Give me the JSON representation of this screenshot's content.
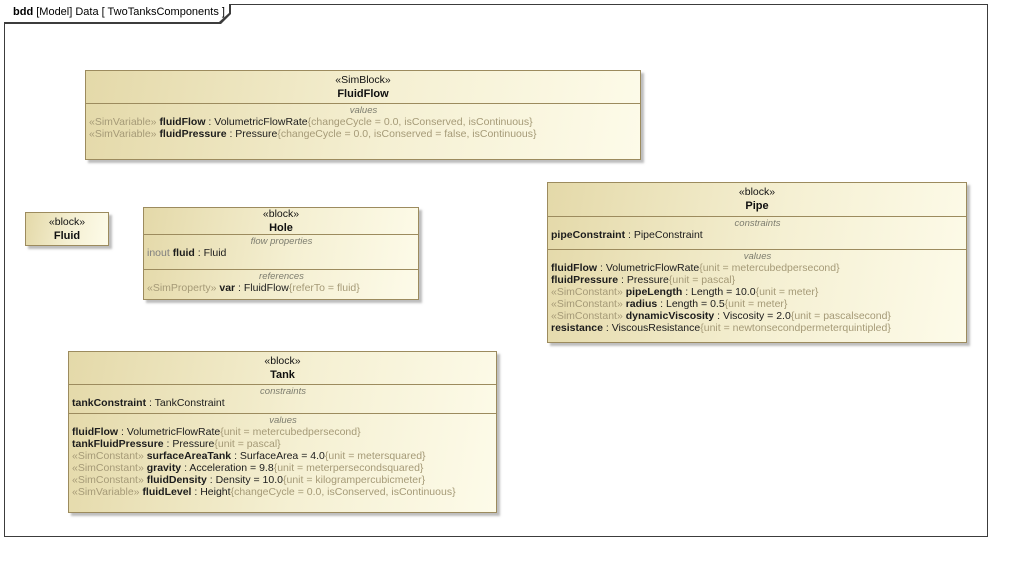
{
  "frame": {
    "tab": {
      "kind": "bdd",
      "rest": " [Model] Data [ TwoTanksComponents ]"
    }
  },
  "colors": {
    "block_fill_left": "#e4d9a9",
    "block_fill_right": "#fdfbe9",
    "block_border": "#9c8b5e",
    "stereotype_text": "#a59a77",
    "compartment_label": "#7d7d6f",
    "frame_border": "#3c3c3c"
  },
  "blocks": {
    "fluidflow": {
      "stereotype": "«SimBlock»",
      "name": "FluidFlow",
      "values_label": "values",
      "values_rows": [
        {
          "stereo": "«SimVariable» ",
          "name": "fluidFlow",
          "type": " : VolumetricFlowRate",
          "constraint": "{changeCycle = 0.0, isConserved, isContinuous}"
        },
        {
          "stereo": "«SimVariable» ",
          "name": "fluidPressure",
          "type": " : Pressure",
          "constraint": "{changeCycle = 0.0, isConserved = false, isContinuous}"
        }
      ]
    },
    "fluid": {
      "stereotype": "«block»",
      "name": "Fluid"
    },
    "hole": {
      "stereotype": "«block»",
      "name": "Hole",
      "flow_label": "flow properties",
      "flow_rows": [
        {
          "keyword": "inout ",
          "name": "fluid",
          "type": " : Fluid"
        }
      ],
      "refs_label": "references",
      "refs_rows": [
        {
          "stereo": "«SimProperty» ",
          "name": "var",
          "type": " : FluidFlow",
          "constraint": "{referTo = fluid}"
        }
      ]
    },
    "pipe": {
      "stereotype": "«block»",
      "name": "Pipe",
      "constraints_label": "constraints",
      "constraints_rows": [
        {
          "name": "pipeConstraint",
          "type": " : PipeConstraint"
        }
      ],
      "values_label": "values",
      "values_rows": [
        {
          "name": "fluidFlow",
          "type": " : VolumetricFlowRate",
          "constraint": "{unit = metercubedpersecond}"
        },
        {
          "name": "fluidPressure",
          "type": " : Pressure",
          "constraint": "{unit = pascal}"
        },
        {
          "stereo": "«SimConstant» ",
          "name": "pipeLength",
          "type": " : Length = 10.0",
          "constraint": "{unit = meter}"
        },
        {
          "stereo": "«SimConstant» ",
          "name": "radius",
          "type": " : Length = 0.5",
          "constraint": "{unit = meter}"
        },
        {
          "stereo": "«SimConstant» ",
          "name": "dynamicViscosity",
          "type": " : Viscosity = 2.0",
          "constraint": "{unit = pascalsecond}"
        },
        {
          "name": "resistance",
          "type": " : ViscousResistance",
          "constraint": "{unit = newtonsecondpermeterquintipled}"
        }
      ]
    },
    "tank": {
      "stereotype": "«block»",
      "name": "Tank",
      "constraints_label": "constraints",
      "constraints_rows": [
        {
          "name": "tankConstraint",
          "type": " : TankConstraint"
        }
      ],
      "values_label": "values",
      "values_rows": [
        {
          "name": "fluidFlow",
          "type": " : VolumetricFlowRate",
          "constraint": "{unit = metercubedpersecond}"
        },
        {
          "name": "tankFluidPressure",
          "type": " : Pressure",
          "constraint": "{unit = pascal}"
        },
        {
          "stereo": "«SimConstant» ",
          "name": "surfaceAreaTank",
          "type": " : SurfaceArea = 4.0",
          "constraint": "{unit = metersquared}"
        },
        {
          "stereo": "«SimConstant» ",
          "name": "gravity",
          "type": " : Acceleration = 9.8",
          "constraint": "{unit = meterpersecondsquared}"
        },
        {
          "stereo": "«SimConstant» ",
          "name": "fluidDensity",
          "type": " : Density = 10.0",
          "constraint": "{unit = kilogrampercubicmeter}"
        },
        {
          "stereo": "«SimVariable» ",
          "name": "fluidLevel",
          "type": " : Height",
          "constraint": "{changeCycle = 0.0, isConserved, isContinuous}"
        }
      ]
    }
  }
}
